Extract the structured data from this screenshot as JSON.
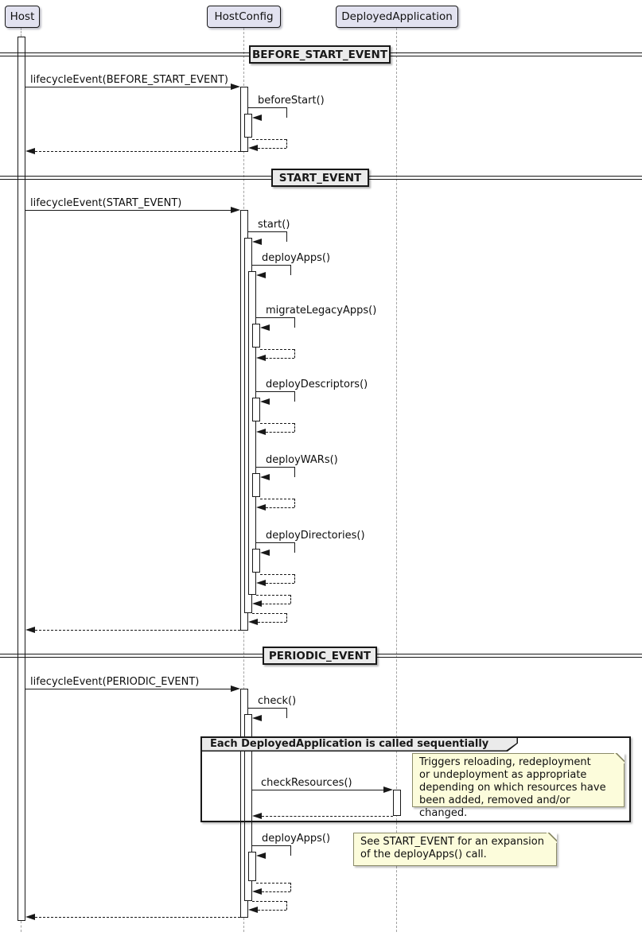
{
  "diagram_type": "uml-sequence-diagram",
  "participants": [
    {
      "name": "Host"
    },
    {
      "name": "HostConfig"
    },
    {
      "name": "DeployedApplication"
    }
  ],
  "dividers": [
    {
      "label": "BEFORE_START_EVENT"
    },
    {
      "label": "START_EVENT"
    },
    {
      "label": "PERIODIC_EVENT"
    }
  ],
  "sections": {
    "before_start": {
      "call": "lifecycleEvent(BEFORE_START_EVENT)",
      "self_calls": {
        "before_start": "beforeStart()"
      }
    },
    "start": {
      "call": "lifecycleEvent(START_EVENT)",
      "self_calls": {
        "start": "start()",
        "deploy_apps": "deployApps()",
        "migrate_legacy_apps": "migrateLegacyApps()",
        "deploy_descriptors": "deployDescriptors()",
        "deploy_wars": "deployWARs()",
        "deploy_directories": "deployDirectories()"
      }
    },
    "periodic": {
      "call": "lifecycleEvent(PERIODIC_EVENT)",
      "group_label": "Each DeployedApplication is called sequentially",
      "cross_call": "checkResources()",
      "self_calls": {
        "check": "check()",
        "deploy_apps": "deployApps()"
      },
      "notes": {
        "check_resources": "Triggers reloading, redeployment\nor undeployment as appropriate\ndepending on which resources have\nbeen added, removed and/or changed.",
        "deploy_apps": "See START_EVENT for an expansion\nof the deployApps() call."
      }
    }
  },
  "colors": {
    "participant_fill": "#E2E2F0",
    "participant_border": "#181818",
    "divider_fill": "#EBEBEB",
    "group_header_fill": "#EBEBEB",
    "note_fill": "#FCFCDB",
    "note_border": "#8C8C69",
    "line": "#181818",
    "lifeline": "#A3A3A3"
  }
}
